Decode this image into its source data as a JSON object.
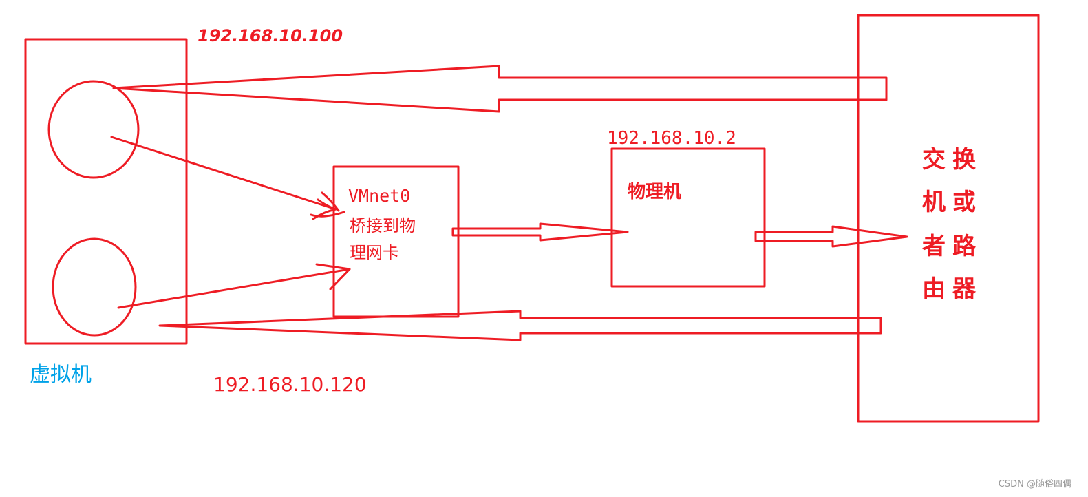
{
  "diagram": {
    "vm_ip_top": "192.168.10.100",
    "vm_ip_bottom": "192.168.10.120",
    "vm_label": "虚拟机",
    "vmnet_line1": "VMnet0",
    "vmnet_line2": "桥接到物",
    "vmnet_line3": "理网卡",
    "physical_ip": "192.168.10.2",
    "physical_label": "物理机",
    "switch_line1": "交换",
    "switch_line2": "机或",
    "switch_line3": "者路",
    "switch_line4": "由器",
    "watermark": "CSDN @随俗四偶"
  },
  "colors": {
    "stroke": "#ee1c24",
    "vm_label": "#00a2e8",
    "watermark": "#999999"
  }
}
